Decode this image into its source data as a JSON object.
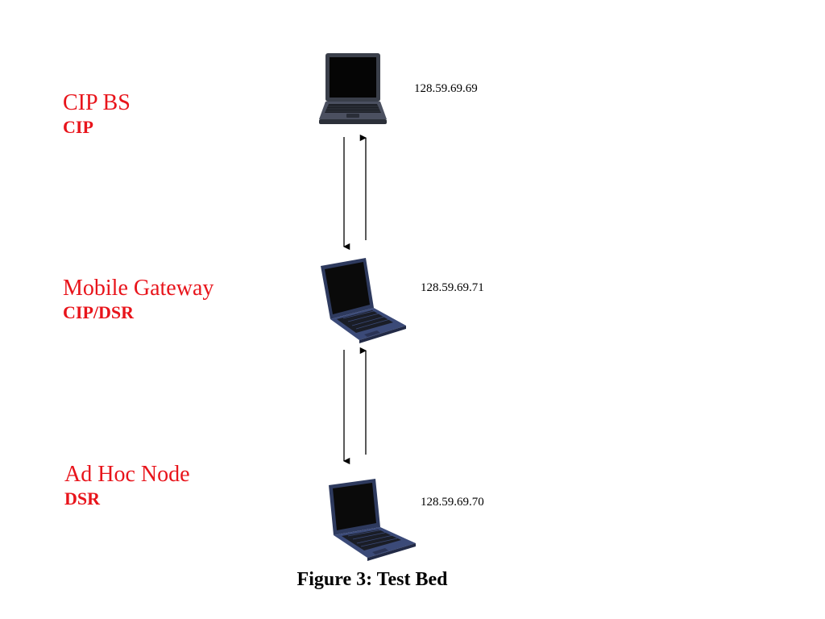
{
  "nodes": [
    {
      "name": "CIP BS",
      "protocol": "CIP",
      "ip": "128.59.69.69",
      "icon": "laptop-icon"
    },
    {
      "name": "Mobile Gateway",
      "protocol": "CIP/DSR",
      "ip": "128.59.69.71",
      "icon": "laptop-icon"
    },
    {
      "name": "Ad Hoc Node",
      "protocol": "DSR",
      "ip": "128.59.69.70",
      "icon": "laptop-icon"
    }
  ],
  "caption": "Figure 3: Test Bed",
  "colors": {
    "label": "#e8141b",
    "laptop_body": "#2e3a5e",
    "screen": "#0a0a0a"
  }
}
